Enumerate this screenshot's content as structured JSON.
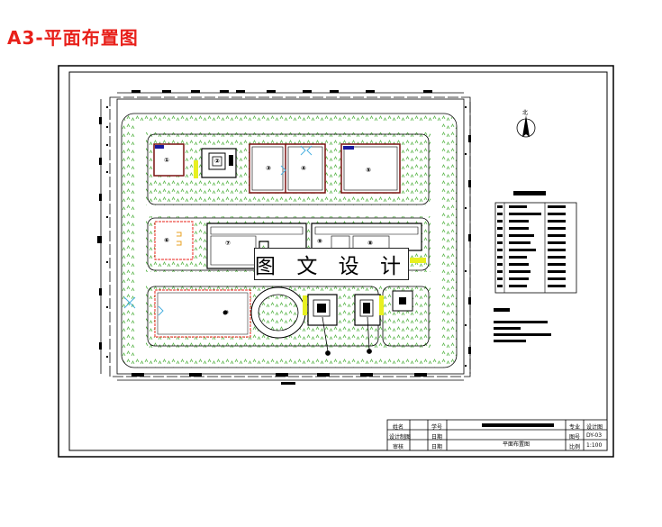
{
  "page": {
    "title": "A3-平面布置图"
  },
  "overlay": {
    "label": "图 文 设 计"
  },
  "rooms": [
    {
      "label": "①"
    },
    {
      "label": "②"
    },
    {
      "label": "③"
    },
    {
      "label": "④"
    },
    {
      "label": "⑤"
    },
    {
      "label": "⑥"
    },
    {
      "label": "⑦"
    },
    {
      "label": "⑧"
    },
    {
      "label": "⑨"
    },
    {
      "label": "⑩"
    }
  ],
  "compass": {
    "north": "北"
  },
  "title_block": {
    "r1": [
      "姓名",
      "学号",
      "",
      "",
      "专业",
      "设计图"
    ],
    "r2": [
      "设计制图",
      "日期",
      "",
      "图号",
      "DY-03"
    ],
    "r3": [
      "审核",
      "日期",
      "平面布置图",
      "比例",
      "1:100"
    ]
  },
  "colors": {
    "title": "#e8201a",
    "green": "#8fd07c",
    "room_line": "#7a1010",
    "yellow": "#e8f020",
    "blue": "#1a1aa0",
    "aqua": "#4ab0e0"
  }
}
